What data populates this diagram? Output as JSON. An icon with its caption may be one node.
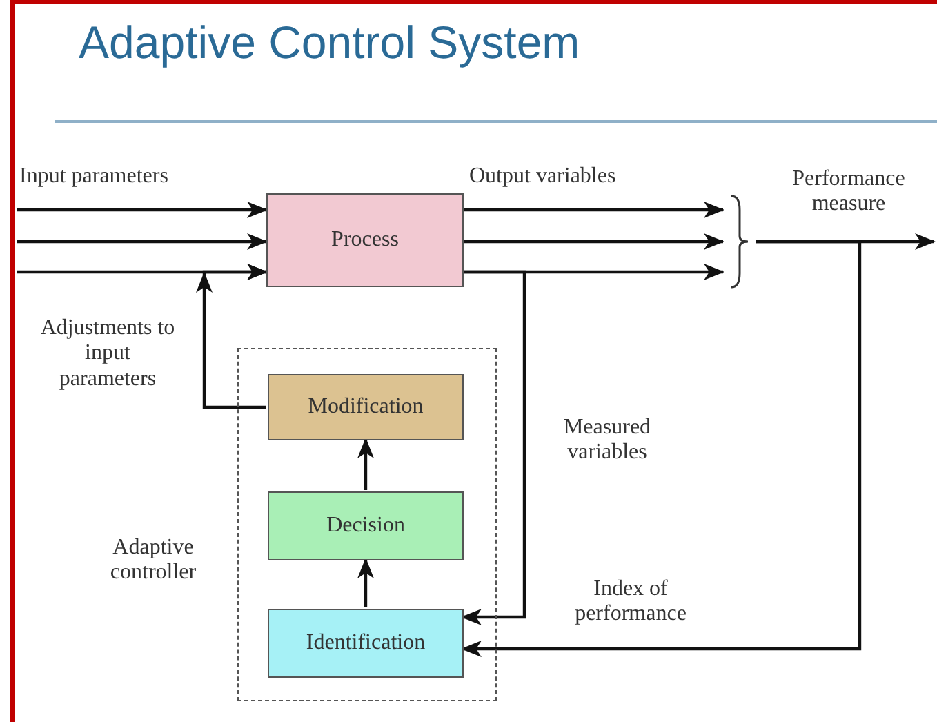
{
  "diagram": {
    "title": "Adaptive Control System",
    "nodes": [
      {
        "text": [
          "Process"
        ]
      },
      {
        "text": [],
        "shape": "bracket"
      },
      {
        "text": [
          "Adaptive controller"
        ]
      },
      {
        "text": [
          "Modification"
        ],
        "in": 2
      },
      {
        "text": [
          "Decision"
        ],
        "in": 2
      },
      {
        "text": [
          "Identification"
        ],
        "in": 2
      }
    ],
    "edges": [
      {
        "from": null,
        "to": 0,
        "arrow": "to"
      },
      {
        "from": null,
        "to": 0,
        "arrow": "to"
      },
      {
        "from": null,
        "to": 0,
        "arrow": "to"
      },
      {
        "from": 0,
        "to": 1,
        "arrow": "to"
      },
      {
        "from": 0,
        "to": 1,
        "arrow": "to"
      },
      {
        "from": 0,
        "to": 1,
        "arrow": "to"
      },
      {
        "from": 1,
        "to": null,
        "arrow": "to",
        "label": "Performance measure"
      },
      {
        "from": 1,
        "to": 5,
        "arrow": "to",
        "label": "Index of performance"
      },
      {
        "from": 0,
        "to": 5,
        "arrow": "to",
        "label": "Measured variables"
      },
      {
        "from": 3,
        "to": 0,
        "arrow": "to",
        "label": "Adjustments to input parameters"
      },
      {
        "from": 5,
        "to": 4,
        "arrow": "to"
      },
      {
        "from": 4,
        "to": 3,
        "arrow": "to"
      }
    ],
    "labels": [
      "Input parameters",
      "Output variables"
    ]
  }
}
